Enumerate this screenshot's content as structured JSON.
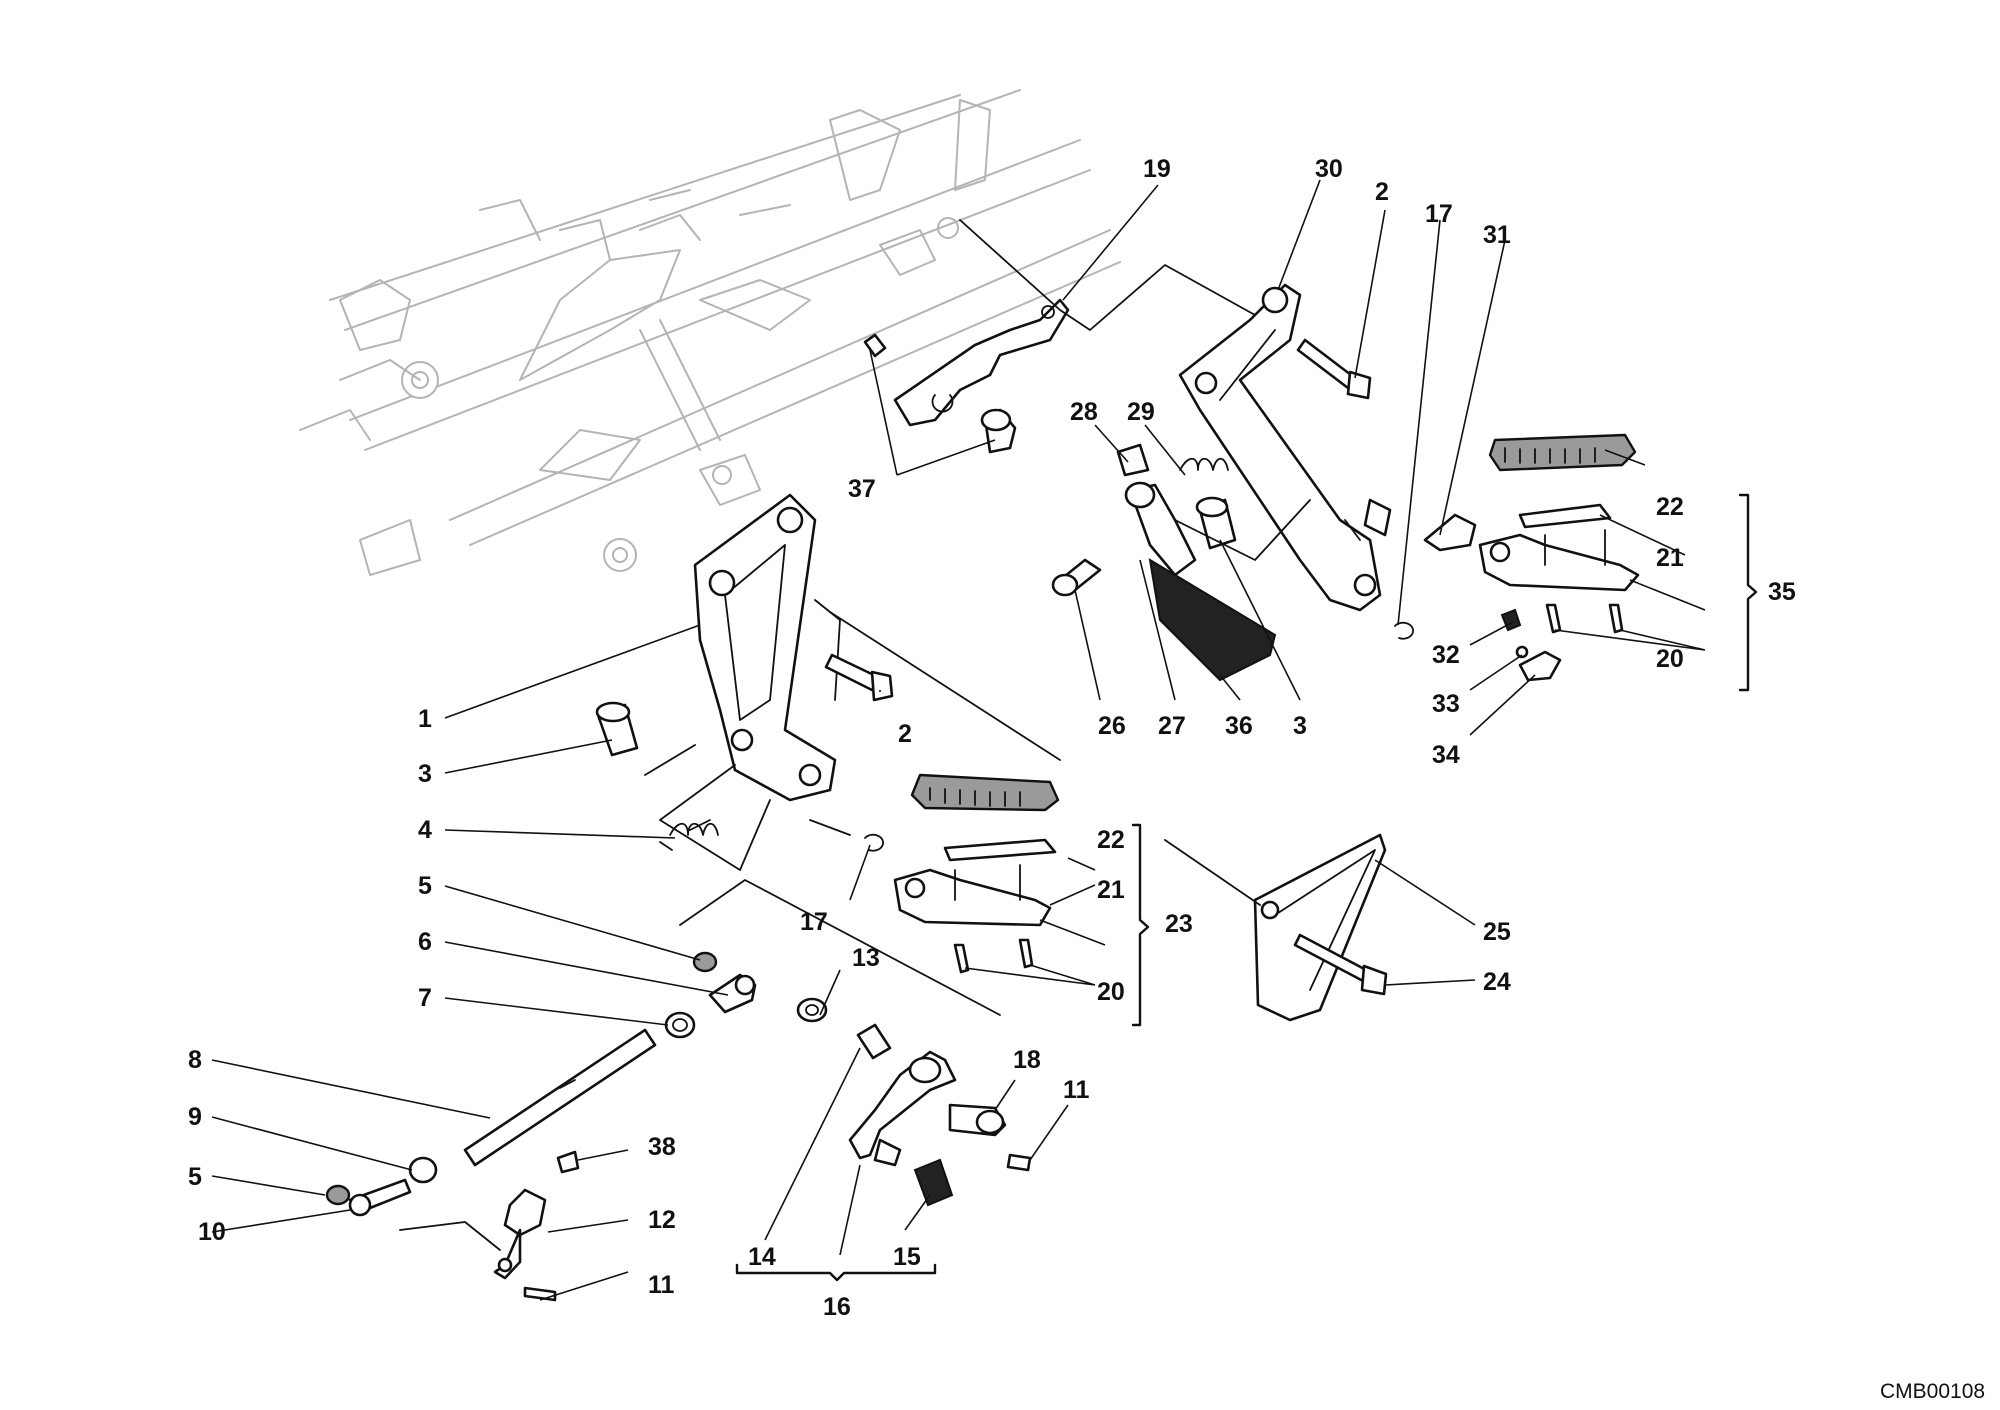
{
  "drawing_ref": "CMB00108",
  "callouts": {
    "c1": "1",
    "c2a": "2",
    "c2b": "2",
    "c3a": "3",
    "c3b": "3",
    "c4": "4",
    "c5a": "5",
    "c5b": "5",
    "c6": "6",
    "c7": "7",
    "c8": "8",
    "c9": "9",
    "c10": "10",
    "c11a": "11",
    "c11b": "11",
    "c12": "12",
    "c13": "13",
    "c14": "14",
    "c15": "15",
    "c16": "16",
    "c17a": "17",
    "c17b": "17",
    "c18": "18",
    "c19": "19",
    "c20a": "20",
    "c20b": "20",
    "c21a": "21",
    "c21b": "21",
    "c22a": "22",
    "c22b": "22",
    "c23": "23",
    "c24": "24",
    "c25": "25",
    "c26": "26",
    "c27": "27",
    "c28": "28",
    "c29": "29",
    "c30": "30",
    "c31": "31",
    "c32": "32",
    "c33": "33",
    "c34": "34",
    "c35": "35",
    "c36": "36",
    "c37": "37",
    "c38": "38"
  }
}
